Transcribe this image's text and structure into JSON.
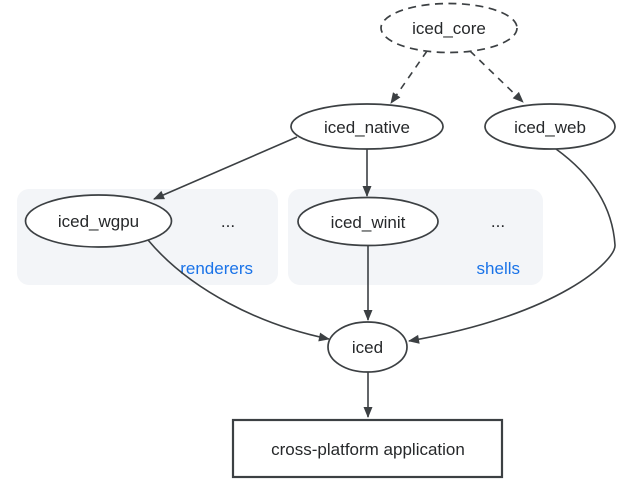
{
  "colors": {
    "node_stroke": "#3c4043",
    "edge_stroke": "#3c4043",
    "text": "#26282a",
    "group_fill": "#f3f5f8",
    "group_label_blue": "#1a73e8",
    "background": "#ffffff"
  },
  "nodes": {
    "iced_core": "iced_core",
    "iced_native": "iced_native",
    "iced_web": "iced_web",
    "iced_wgpu": "iced_wgpu",
    "iced_winit": "iced_winit",
    "iced": "iced",
    "app": "cross-platform application"
  },
  "groups": {
    "renderers": {
      "label": "renderers",
      "ellipsis": "..."
    },
    "shells": {
      "label": "shells",
      "ellipsis": "..."
    }
  },
  "edges": [
    {
      "from": "iced_core",
      "to": "iced_native",
      "style": "dashed"
    },
    {
      "from": "iced_core",
      "to": "iced_web",
      "style": "dashed"
    },
    {
      "from": "iced_native",
      "to": "iced_wgpu",
      "style": "solid"
    },
    {
      "from": "iced_native",
      "to": "iced_winit",
      "style": "solid"
    },
    {
      "from": "iced_wgpu",
      "to": "iced",
      "style": "solid"
    },
    {
      "from": "iced_winit",
      "to": "iced",
      "style": "solid"
    },
    {
      "from": "iced_web",
      "to": "iced",
      "style": "solid"
    },
    {
      "from": "iced",
      "to": "app",
      "style": "solid"
    }
  ]
}
